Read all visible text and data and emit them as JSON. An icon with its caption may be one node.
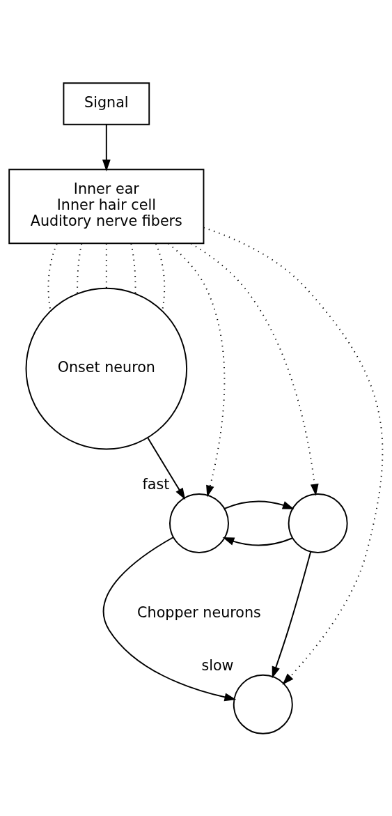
{
  "diagram": {
    "nodes": [
      {
        "text": [
          "Signal"
        ]
      },
      {
        "text": [
          "Inner ear",
          "Inner hair cell",
          "Auditory nerve fibers"
        ]
      },
      {
        "text": [
          "Onset neuron"
        ]
      },
      {
        "text": [],
        "shape": "circle",
        "beside": [
          "fast"
        ]
      },
      {
        "text": [],
        "shape": "circle"
      },
      {
        "text": [],
        "shape": "circle",
        "beside": [
          "slow"
        ]
      }
    ],
    "edges": [
      {
        "from": 0,
        "to": 1,
        "arrow": "to"
      },
      {
        "from": 1,
        "to": 2,
        "arrow": "none",
        "style": "dashed"
      },
      {
        "from": 1,
        "to": 2,
        "arrow": "none",
        "style": "dashed"
      },
      {
        "from": 1,
        "to": 2,
        "arrow": "none",
        "style": "dashed"
      },
      {
        "from": 1,
        "to": 2,
        "arrow": "none",
        "style": "dashed"
      },
      {
        "from": 1,
        "to": 2,
        "arrow": "none",
        "style": "dashed"
      },
      {
        "from": 1,
        "to": 3,
        "arrow": "to",
        "style": "dashed"
      },
      {
        "from": 1,
        "to": 4,
        "arrow": "to",
        "style": "dashed"
      },
      {
        "from": 1,
        "to": 5,
        "arrow": "to",
        "style": "dashed"
      },
      {
        "from": 2,
        "to": 3,
        "arrow": "to"
      },
      {
        "from": 4,
        "to": 3,
        "arrow": "to"
      },
      {
        "from": 3,
        "to": 4,
        "arrow": "to"
      },
      {
        "from": 3,
        "to": 5,
        "arrow": "to"
      },
      {
        "from": 4,
        "to": 5,
        "arrow": "to"
      }
    ],
    "labels": [
      "Chopper neurons"
    ]
  }
}
